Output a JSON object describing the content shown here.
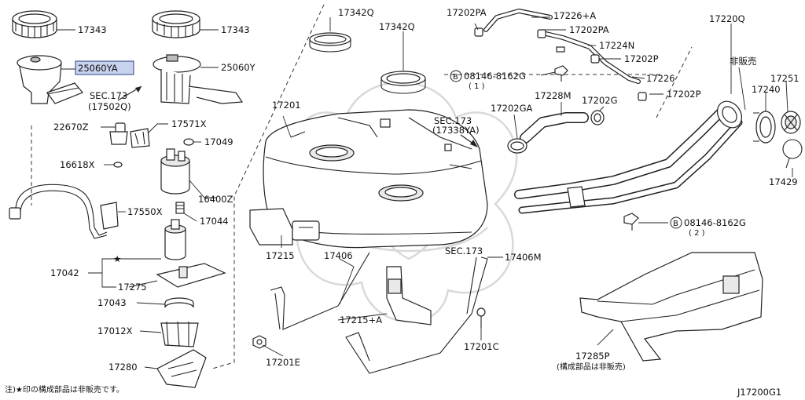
{
  "diagram": {
    "labels": {
      "p17343a": "17343",
      "p17343b": "17343",
      "p25060ya": "25060YA",
      "p25060y": "25060Y",
      "sec173a": "SEC.173",
      "sec173a_sub": "(17502Q)",
      "p22670z": "22670Z",
      "p17571x": "17571X",
      "p17049": "17049",
      "p16618x": "16618X",
      "p16400z": "16400Z",
      "p17550x": "17550X",
      "p17044": "17044",
      "p17042": "17042",
      "p17275": "17275",
      "p17043": "17043",
      "p17012x": "17012X",
      "p17280": "17280",
      "p17342q_a": "17342Q",
      "p17342q_b": "17342Q",
      "p17201": "17201",
      "p17215": "17215",
      "p17406": "17406",
      "p17215a": "17215+A",
      "p17201e": "17201E",
      "p17202pa_a": "17202PA",
      "p17226a": "17226+A",
      "p17202pa_b": "17202PA",
      "p17224n": "17224N",
      "p17202p_a": "17202P",
      "p17226": "17226",
      "p17202p_b": "17202P",
      "bolt1": "08146-8162G",
      "bolt1_qty": "( 1 )",
      "sec173b": "SEC.173",
      "sec173b_sub": "(17338YA)",
      "p17202ga": "17202GA",
      "p17228m": "17228M",
      "p17202g": "17202G",
      "p17220q": "17220Q",
      "not_sold_a": "非販売",
      "p17251": "17251",
      "p17240": "17240",
      "p17429": "17429",
      "bolt2": "08146-8162G",
      "bolt2_qty": "( 2 )",
      "sec173c": "SEC.173",
      "p17406m": "17406M",
      "p17201c": "17201C",
      "p17285p": "17285P",
      "p17285p_note": "(構成部品は非販売)",
      "bolt_mark": "B",
      "star": "★"
    },
    "footer_note": "注)★印の構成部品は非販売です。",
    "diagram_code": "J17200G1",
    "highlight_color": "#c7d3ee"
  }
}
